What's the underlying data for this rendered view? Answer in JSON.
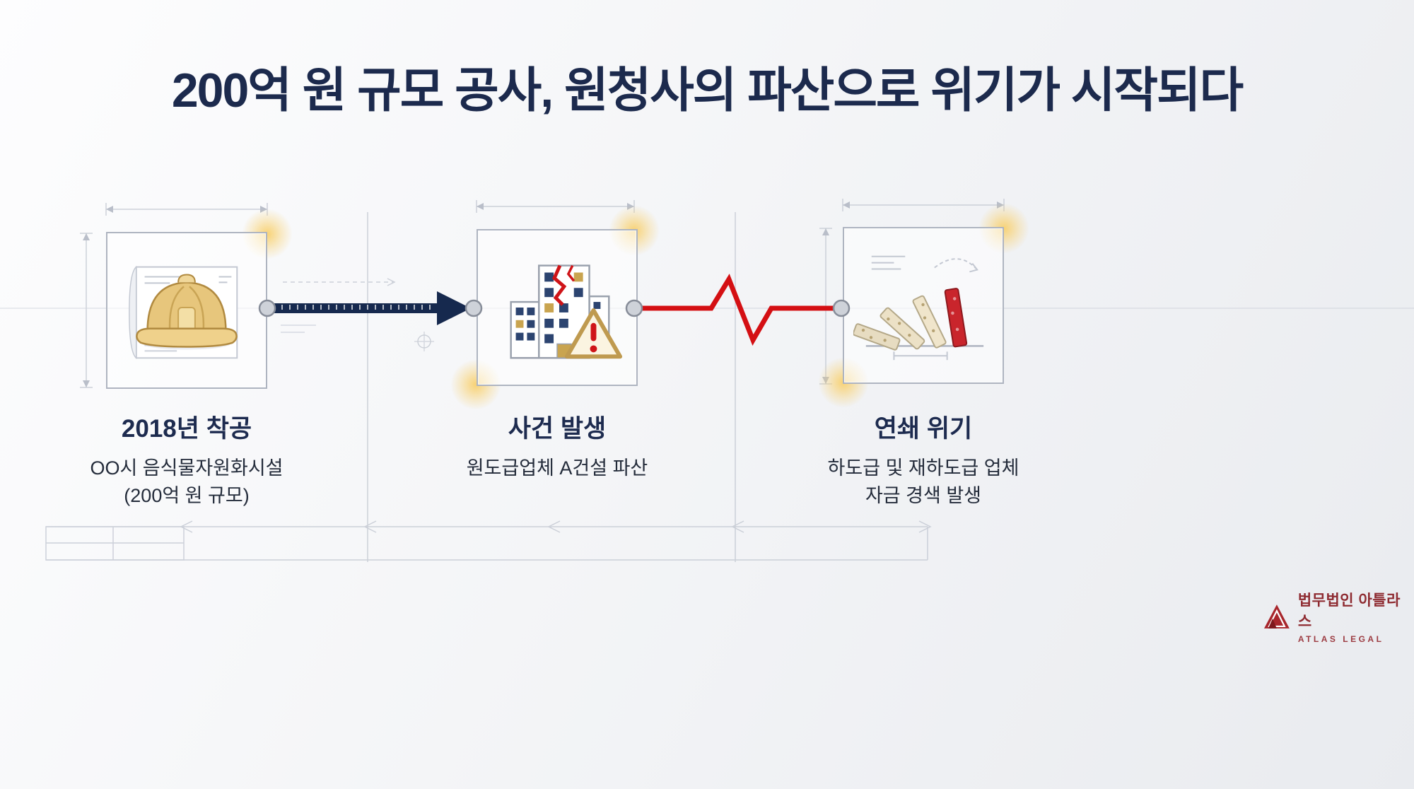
{
  "title": "200억 원 규모 공사, 원청사의 파산으로 위기가 시작되다",
  "stages": [
    {
      "id": "start",
      "icon": "blueprint-hardhat-icon",
      "heading": "2018년 착공",
      "line1": "OO시 음식물자원화시설",
      "line2": "(200억 원 규모)"
    },
    {
      "id": "incident",
      "icon": "cracked-building-warning-icon",
      "heading": "사건 발생",
      "line1": "원도급업체 A건설 파산",
      "line2": ""
    },
    {
      "id": "chain-crisis",
      "icon": "falling-dominoes-icon",
      "heading": "연쇄 위기",
      "line1": "하도급 및 재하도급 업체",
      "line2": "자금 경색 발생"
    }
  ],
  "connectors": [
    {
      "type": "timeline-arrow",
      "color": "#16294e"
    },
    {
      "type": "crisis-zigzag",
      "color": "#d40f13"
    }
  ],
  "logo": {
    "korean": "법무법인 아틀라스",
    "english": "ATLAS LEGAL"
  },
  "colors": {
    "title": "#1c2a4d",
    "navy": "#16294e",
    "red": "#d40f13",
    "gold": "#d9b267",
    "maroon": "#8e2b31",
    "blueprint_line": "#c4c9d3"
  }
}
